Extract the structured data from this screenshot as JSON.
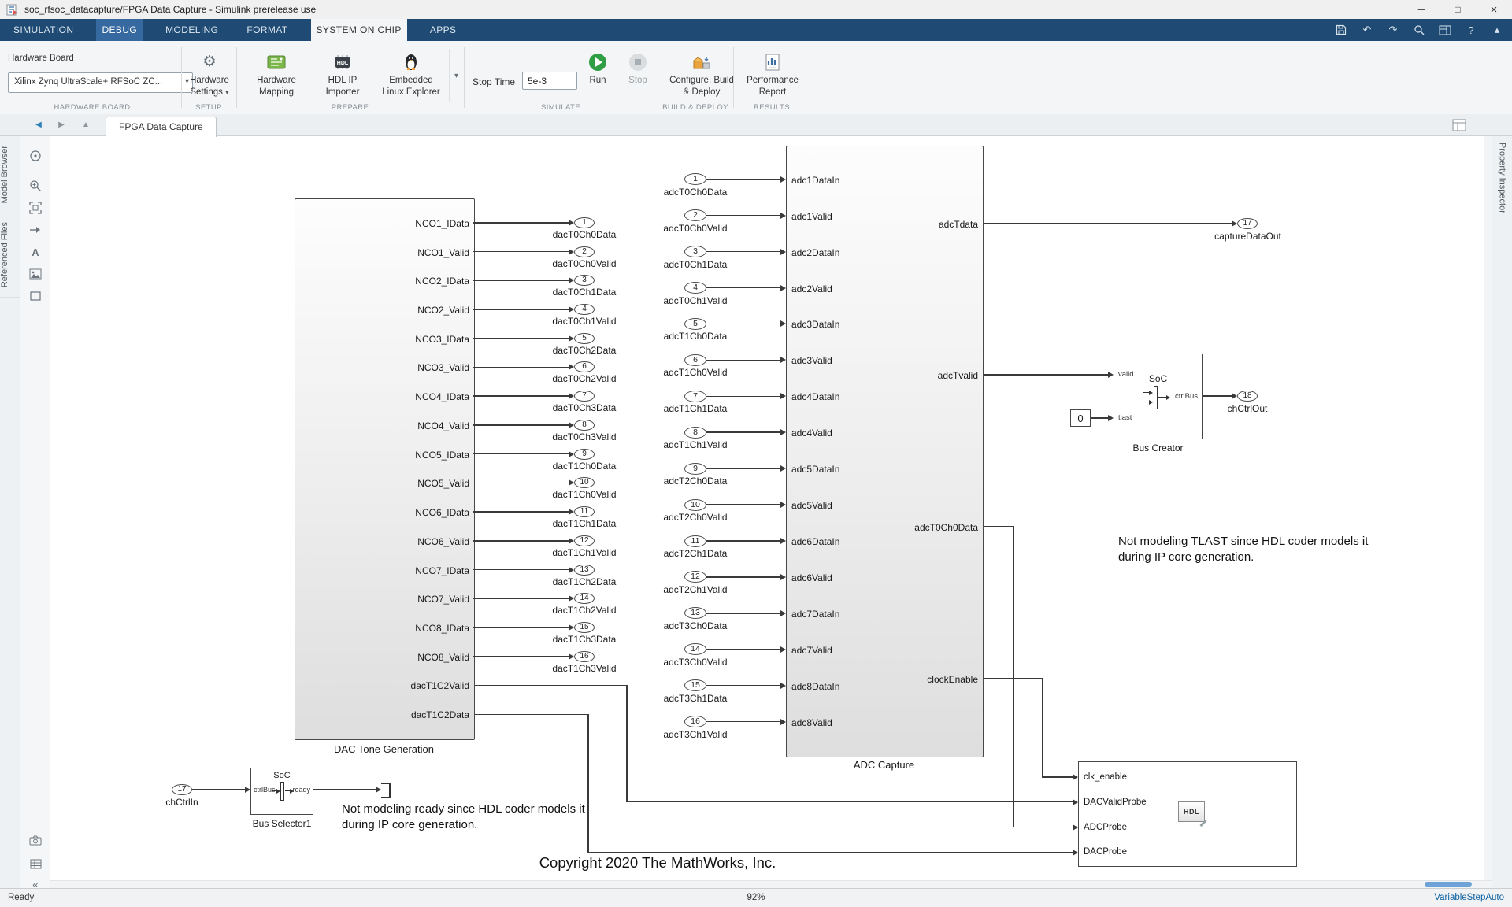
{
  "window": {
    "title": "soc_rfsoc_datacapture/FPGA Data Capture - Simulink prerelease use"
  },
  "glyphs": {
    "minimize": "─",
    "maximize": "□",
    "close": "×",
    "undo": "↶",
    "redo": "↷",
    "help": "?",
    "collapse_ribbon": "▴",
    "caret_down": "▾",
    "back": "◀",
    "forward": "▶",
    "up": "▲",
    "collapse_left": "«",
    "annotation_a": "A",
    "gear": "⚙"
  },
  "colors": {
    "ribbon_bg": "#1e4a73",
    "debug_tab_highlight": "#35699f",
    "run_green": "#2f9e44",
    "solver_link_blue": "#0b61a4"
  },
  "ribbon": {
    "tabs": [
      "SIMULATION",
      "DEBUG",
      "MODELING",
      "FORMAT",
      "SYSTEM ON CHIP",
      "APPS"
    ]
  },
  "toolbar": {
    "hardware_board": {
      "label": "Hardware Board",
      "value": "Xilinx Zynq UltraScale+ RFSoC ZC..."
    },
    "hardware_settings": {
      "line1": "Hardware",
      "line2": "Settings"
    },
    "hardware_mapping": {
      "line1": "Hardware",
      "line2": "Mapping"
    },
    "hdl_ip_importer": {
      "line1": "HDL IP",
      "line2": "Importer"
    },
    "embedded_linux": {
      "line1": "Embedded",
      "line2": "Linux Explorer"
    },
    "stop_time": {
      "label": "Stop Time",
      "value": "5e-3"
    },
    "run_label": "Run",
    "stop_label": "Stop",
    "configure_build": {
      "line1": "Configure, Build",
      "line2": "& Deploy"
    },
    "performance_report": {
      "line1": "Performance",
      "line2": "Report"
    },
    "groups": {
      "hardware_board": "HARDWARE BOARD",
      "setup": "SETUP",
      "prepare": "PREPARE",
      "simulate": "SIMULATE",
      "build_deploy": "BUILD & DEPLOY",
      "results": "RESULTS"
    }
  },
  "docbar": {
    "tab": "FPGA Data Capture"
  },
  "sidebar": {
    "left_tabs": [
      "Model Browser",
      "Referenced Files"
    ],
    "right_tab": "Property Inspector"
  },
  "statusbar": {
    "ready": "Ready",
    "zoom": "92%",
    "solver": "VariableStepAuto"
  },
  "diagram": {
    "dac": {
      "caption": "DAC Tone Generation",
      "rows": [
        "NCO1_IData",
        "NCO1_Valid",
        "NCO2_IData",
        "NCO2_Valid",
        "NCO3_IData",
        "NCO3_Valid",
        "NCO4_IData",
        "NCO4_Valid",
        "NCO5_IData",
        "NCO5_Valid",
        "NCO6_IData",
        "NCO6_Valid",
        "NCO7_IData",
        "NCO7_Valid",
        "NCO8_IData",
        "NCO8_Valid",
        "dacT1C2Valid",
        "dacT1C2Data"
      ]
    },
    "dac_outputs": [
      {
        "n": "1",
        "label": "dacT0Ch0Data"
      },
      {
        "n": "2",
        "label": "dacT0Ch0Valid"
      },
      {
        "n": "3",
        "label": "dacT0Ch1Data"
      },
      {
        "n": "4",
        "label": "dacT0Ch1Valid"
      },
      {
        "n": "5",
        "label": "dacT0Ch2Data"
      },
      {
        "n": "6",
        "label": "dacT0Ch2Valid"
      },
      {
        "n": "7",
        "label": "dacT0Ch3Data"
      },
      {
        "n": "8",
        "label": "dacT0Ch3Valid"
      },
      {
        "n": "9",
        "label": "dacT1Ch0Data"
      },
      {
        "n": "10",
        "label": "dacT1Ch0Valid"
      },
      {
        "n": "11",
        "label": "dacT1Ch1Data"
      },
      {
        "n": "12",
        "label": "dacT1Ch1Valid"
      },
      {
        "n": "13",
        "label": "dacT1Ch2Data"
      },
      {
        "n": "14",
        "label": "dacT1Ch2Valid"
      },
      {
        "n": "15",
        "label": "dacT1Ch3Data"
      },
      {
        "n": "16",
        "label": "dacT1Ch3Valid"
      }
    ],
    "input_ports": [
      {
        "n": "1",
        "label": "adcT0Ch0Data"
      },
      {
        "n": "2",
        "label": "adcT0Ch0Valid"
      },
      {
        "n": "3",
        "label": "adcT0Ch1Data"
      },
      {
        "n": "4",
        "label": "adcT0Ch1Valid"
      },
      {
        "n": "5",
        "label": "adcT1Ch0Data"
      },
      {
        "n": "6",
        "label": "adcT1Ch0Valid"
      },
      {
        "n": "7",
        "label": "adcT1Ch1Data"
      },
      {
        "n": "8",
        "label": "adcT1Ch1Valid"
      },
      {
        "n": "9",
        "label": "adcT2Ch0Data"
      },
      {
        "n": "10",
        "label": "adcT2Ch0Valid"
      },
      {
        "n": "11",
        "label": "adcT2Ch1Data"
      },
      {
        "n": "12",
        "label": "adcT2Ch1Valid"
      },
      {
        "n": "13",
        "label": "adcT3Ch0Data"
      },
      {
        "n": "14",
        "label": "adcT3Ch0Valid"
      },
      {
        "n": "15",
        "label": "adcT3Ch1Data"
      },
      {
        "n": "16",
        "label": "adcT3Ch1Valid"
      }
    ],
    "adc": {
      "caption": "ADC Capture",
      "inputs": [
        "adc1DataIn",
        "adc1Valid",
        "adc2DataIn",
        "adc2Valid",
        "adc3DataIn",
        "adc3Valid",
        "adc4DataIn",
        "adc4Valid",
        "adc5DataIn",
        "adc5Valid",
        "adc6DataIn",
        "adc6Valid",
        "adc7DataIn",
        "adc7Valid",
        "adc8DataIn",
        "adc8Valid"
      ],
      "outputs": [
        "adcTdata",
        "adcTvalid",
        "adcT0Ch0Data",
        "clockEnable"
      ]
    },
    "capture_port": {
      "n": "17",
      "label": "captureDataOut"
    },
    "ch_ctrl_out_port": {
      "n": "18",
      "label": "chCtrlOut"
    },
    "ch_ctrl_in_port": {
      "n": "17",
      "label": "chCtrlIn"
    },
    "bus_creator": {
      "soc": "SoC",
      "caption": "Bus Creator",
      "in_top": "valid",
      "in_bottom": "tlast",
      "out": "ctrlBus"
    },
    "constant_value": "0",
    "bus_selector": {
      "soc": "SoC",
      "caption": "Bus Selector1",
      "in": "ctrlBus",
      "out": "ready"
    },
    "hdl_block": {
      "icon_text": "HDL",
      "inputs": [
        "clk_enable",
        "DACValidProbe",
        "ADCProbe",
        "DACProbe"
      ]
    },
    "annotations": {
      "tlast": "Not modeling TLAST since HDL coder models it during IP core generation.",
      "ready": "Not modeling ready since HDL coder models it during IP core generation.",
      "copyright": "Copyright 2020 The MathWorks, Inc."
    }
  }
}
